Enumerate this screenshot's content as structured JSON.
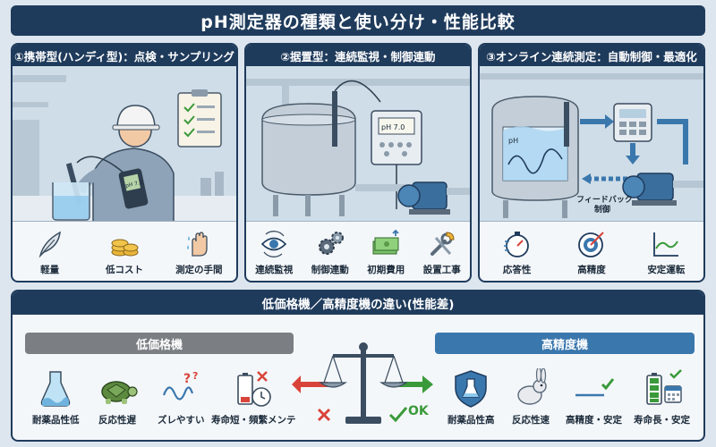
{
  "title": "pH測定器の種類と使い分け・性能比較",
  "panels": [
    {
      "heading": "①携帯型(ハンディ型)：点検・サンプリング",
      "device_label": "pH 7.1",
      "icons": [
        {
          "label": "軽量",
          "icon": "feather-icon"
        },
        {
          "label": "低コスト",
          "icon": "coins-icon"
        },
        {
          "label": "測定の手間",
          "icon": "hand-water-icon"
        }
      ]
    },
    {
      "heading": "②据置型：連続監視・制御連動",
      "device_label": "pH 7.0",
      "icons": [
        {
          "label": "連続監視",
          "icon": "eye-cycle-icon"
        },
        {
          "label": "制御連動",
          "icon": "gears-icon"
        },
        {
          "label": "初期費用",
          "icon": "money-icon"
        },
        {
          "label": "設置工事",
          "icon": "tools-icon"
        }
      ]
    },
    {
      "heading": "③オンライン連続測定：自動制御・最適化",
      "tank_label": "pH",
      "feedback_label": "フィードバック\n制御",
      "icons": [
        {
          "label": "応答性",
          "icon": "stopwatch-icon"
        },
        {
          "label": "高精度",
          "icon": "target-icon"
        },
        {
          "label": "安定運転",
          "icon": "stable-graph-icon"
        }
      ]
    }
  ],
  "compare": {
    "heading": "低価格機／高精度機の違い(性能差)",
    "low_label": "低価格機",
    "high_label": "高精度機",
    "low_items": [
      {
        "label": "耐薬品性低",
        "icon": "melting-flask-icon"
      },
      {
        "label": "反応性遅",
        "icon": "turtle-icon"
      },
      {
        "label": "ズレやすい",
        "icon": "wavy-question-icon"
      },
      {
        "label": "寿命短・頻繁メンテ",
        "icon": "low-battery-clock-icon"
      }
    ],
    "high_items": [
      {
        "label": "耐薬品性高",
        "icon": "shield-flask-icon"
      },
      {
        "label": "反応性速",
        "icon": "rabbit-icon"
      },
      {
        "label": "高精度・安定",
        "icon": "flat-line-check-icon"
      },
      {
        "label": "寿命長・安定",
        "icon": "full-battery-calendar-icon"
      }
    ],
    "ok_text": "OK",
    "colors": {
      "navy": "#1f3b5c",
      "low_gray": "#7b7f84",
      "high_blue": "#3a77ad",
      "red": "#d9443a",
      "green": "#3a9a3a"
    }
  }
}
